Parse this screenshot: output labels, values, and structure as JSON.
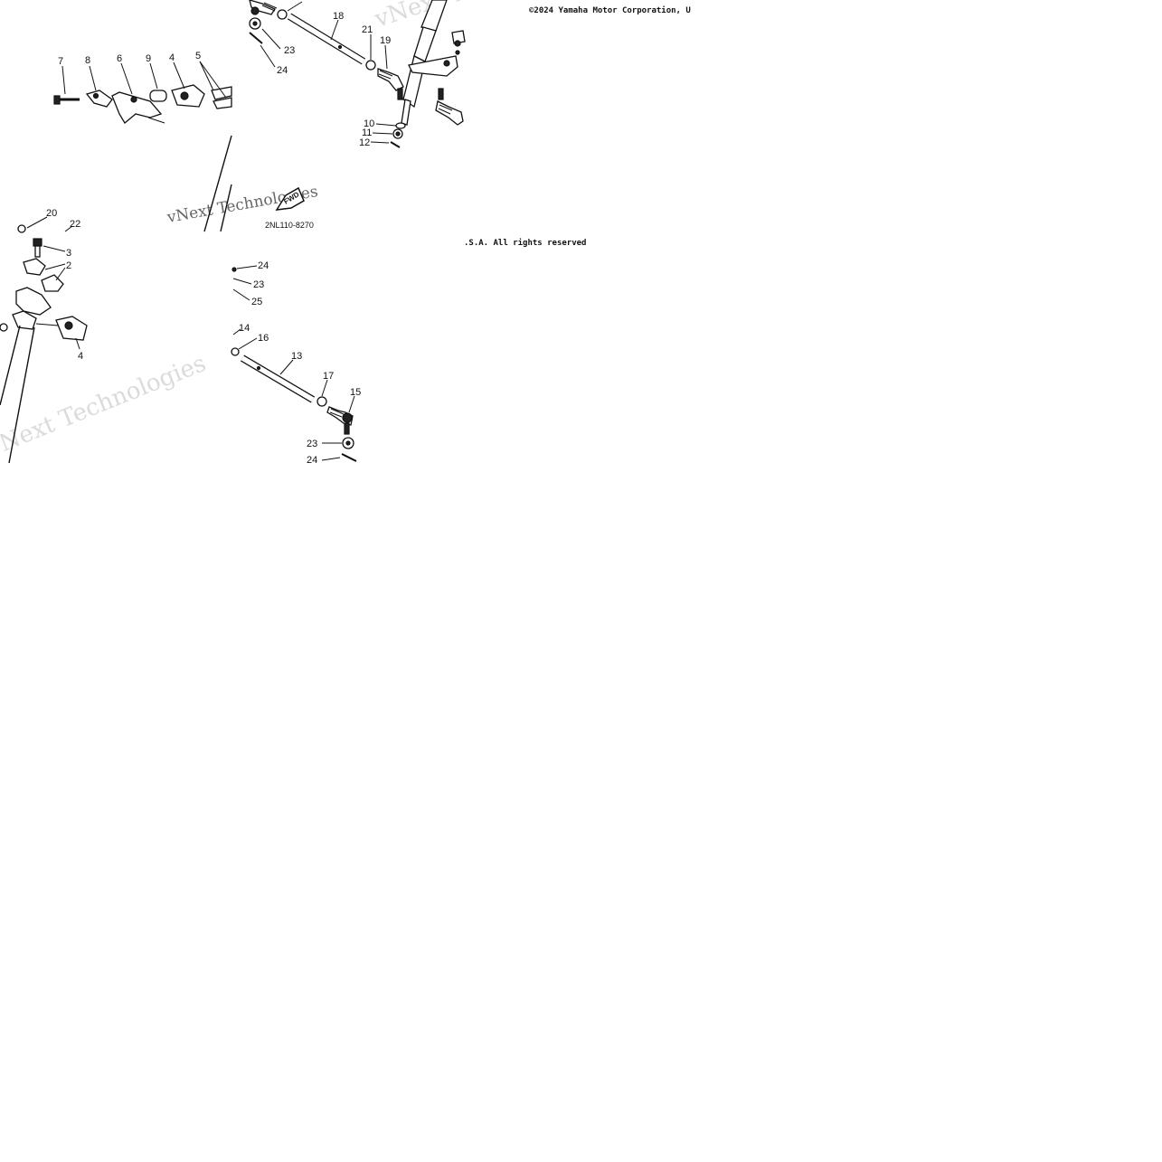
{
  "copyright": {
    "line1": "©2024 Yamaha Motor Corporation, U",
    "line2": ".S.A. All rights reserved"
  },
  "diagram_code": "2NL110-8270",
  "fwd_marker": "FWD",
  "watermark": "vNext Technologies",
  "callouts": {
    "c7": "7",
    "c8": "8",
    "c6": "6",
    "c9": "9",
    "c4a": "4",
    "c5": "5",
    "c18": "18",
    "c21": "21",
    "c19": "19",
    "c23a": "23",
    "c24a": "24",
    "c10": "10",
    "c11": "11",
    "c12": "12",
    "c20": "20",
    "c22": "22",
    "c3": "3",
    "c2": "2",
    "c4b": "4",
    "c24b": "24",
    "c23b": "23",
    "c25": "25",
    "c14": "14",
    "c16": "16",
    "c13": "13",
    "c17": "17",
    "c15": "15",
    "c23c": "23",
    "c24c": "24"
  }
}
